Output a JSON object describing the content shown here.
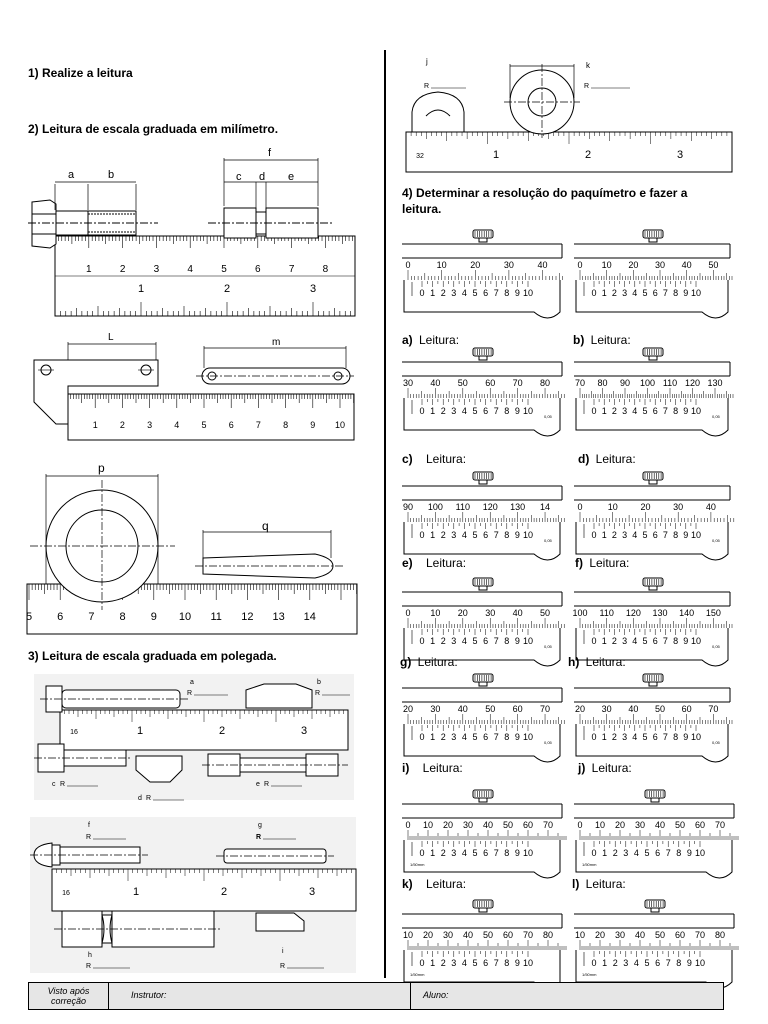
{
  "left": {
    "q1": "1) Realize a leitura",
    "q2": "2) Leitura de escala graduada em milímetro.",
    "q3": "3) Leitura de escala graduada em polegada.",
    "ruler1": {
      "letters": [
        "a",
        "b",
        "c",
        "d",
        "e",
        "f"
      ],
      "mm_numbers": [
        "1",
        "2",
        "3",
        "4",
        "5",
        "6",
        "7",
        "8"
      ],
      "cm_numbers": [
        "1",
        "2",
        "3"
      ]
    },
    "ruler2": {
      "letters": [
        "L",
        "m"
      ],
      "numbers": [
        "1",
        "2",
        "3",
        "4",
        "5",
        "6",
        "7",
        "8",
        "9",
        "10"
      ]
    },
    "ruler3": {
      "letters": [
        "p",
        "q"
      ],
      "numbers": [
        "5",
        "6",
        "7",
        "8",
        "9",
        "10",
        "11",
        "12",
        "13",
        "14"
      ]
    },
    "inch1": {
      "letters": [
        "a",
        "b",
        "c",
        "d",
        "e"
      ],
      "r_label": "R",
      "numbers": [
        "16",
        "1",
        "2",
        "3"
      ]
    },
    "inch2": {
      "letters": [
        "f",
        "g",
        "h",
        "i"
      ],
      "r_label": "R",
      "numbers": [
        "16",
        "1",
        "2",
        "3"
      ]
    }
  },
  "right": {
    "topfig": {
      "letters": [
        "j",
        "k"
      ],
      "r_label": "R",
      "numbers": [
        "32",
        "1",
        "2",
        "3"
      ]
    },
    "q4_line1": "4) Determinar a resolução do paquímetro e fazer a",
    "q4_line2": "leitura.",
    "readings": [
      {
        "letter": "a)",
        "text": "Leitura:"
      },
      {
        "letter": "b)",
        "text": "Leitura:"
      },
      {
        "letter": "c)",
        "text": "Leitura:"
      },
      {
        "letter": "d)",
        "text": "Leitura:"
      },
      {
        "letter": "e)",
        "text": "Leitura:"
      },
      {
        "letter": "f)",
        "text": "Leitura:"
      },
      {
        "letter": "g)",
        "text": "Leitura:"
      },
      {
        "letter": "h)",
        "text": "Leitura:"
      },
      {
        "letter": "i)",
        "text": "Leitura:"
      },
      {
        "letter": "j)",
        "text": "Leitura:"
      },
      {
        "letter": "k)",
        "text": "Leitura:"
      },
      {
        "letter": "l)",
        "text": "Leitura:"
      }
    ],
    "calipers": [
      {
        "main": [
          "0",
          "10",
          "20",
          "30",
          "40"
        ],
        "vernier": [
          "0",
          "1",
          "2",
          "3",
          "4",
          "5",
          "6",
          "7",
          "8",
          "9",
          "10"
        ]
      },
      {
        "main": [
          "0",
          "10",
          "20",
          "30",
          "40",
          "50"
        ],
        "vernier": [
          "0",
          "1",
          "2",
          "3",
          "4",
          "5",
          "6",
          "7",
          "8",
          "9",
          "10"
        ]
      },
      {
        "main": [
          "30",
          "40",
          "50",
          "60",
          "70",
          "80"
        ],
        "vernier": [
          "0",
          "1",
          "2",
          "3",
          "4",
          "5",
          "6",
          "7",
          "8",
          "9",
          "10"
        ],
        "res": "0,05"
      },
      {
        "main": [
          "70",
          "80",
          "90",
          "100",
          "110",
          "120",
          "130"
        ],
        "vernier": [
          "0",
          "1",
          "2",
          "3",
          "4",
          "5",
          "6",
          "7",
          "8",
          "9",
          "10"
        ],
        "res": "0,05"
      },
      {
        "main": [
          "90",
          "100",
          "110",
          "120",
          "130",
          "14"
        ],
        "vernier": [
          "0",
          "1",
          "2",
          "3",
          "4",
          "5",
          "6",
          "7",
          "8",
          "9",
          "10"
        ],
        "res": "0,05"
      },
      {
        "main": [
          "0",
          "10",
          "20",
          "30",
          "40"
        ],
        "vernier": [
          "0",
          "1",
          "2",
          "3",
          "4",
          "5",
          "6",
          "7",
          "8",
          "9",
          "10"
        ],
        "res": "0,05"
      },
      {
        "main": [
          "0",
          "10",
          "20",
          "30",
          "40",
          "50"
        ],
        "vernier": [
          "0",
          "1",
          "2",
          "3",
          "4",
          "5",
          "6",
          "7",
          "8",
          "9",
          "10"
        ],
        "res": "0,05"
      },
      {
        "main": [
          "100",
          "110",
          "120",
          "130",
          "140",
          "150"
        ],
        "vernier": [
          "0",
          "1",
          "2",
          "3",
          "4",
          "5",
          "6",
          "7",
          "8",
          "9",
          "10"
        ],
        "res": "0,05"
      },
      {
        "main": [
          "20",
          "30",
          "40",
          "50",
          "60",
          "70"
        ],
        "vernier": [
          "0",
          "1",
          "2",
          "3",
          "4",
          "5",
          "6",
          "7",
          "8",
          "9",
          "10"
        ],
        "res": "0,05"
      },
      {
        "main": [
          "20",
          "30",
          "40",
          "50",
          "60",
          "70"
        ],
        "vernier": [
          "0",
          "1",
          "2",
          "3",
          "4",
          "5",
          "6",
          "7",
          "8",
          "9",
          "10"
        ],
        "res": "0,05"
      },
      {
        "main": [
          "0",
          "10",
          "20",
          "30",
          "40",
          "50",
          "60",
          "70"
        ],
        "vernier": [
          "0",
          "1",
          "2",
          "3",
          "4",
          "5",
          "6",
          "7",
          "8",
          "9",
          "10"
        ],
        "res": "1/50mm"
      },
      {
        "main": [
          "0",
          "10",
          "20",
          "30",
          "40",
          "50",
          "60",
          "70"
        ],
        "vernier": [
          "0",
          "1",
          "2",
          "3",
          "4",
          "5",
          "6",
          "7",
          "8",
          "9",
          "10"
        ],
        "res": "1/50mm"
      },
      {
        "main": [
          "10",
          "20",
          "30",
          "40",
          "50",
          "60",
          "70",
          "80"
        ],
        "vernier": [
          "0",
          "1",
          "2",
          "3",
          "4",
          "5",
          "6",
          "7",
          "8",
          "9",
          "10"
        ],
        "res": "1/50mm"
      },
      {
        "main": [
          "10",
          "20",
          "30",
          "40",
          "50",
          "60",
          "70",
          "80"
        ],
        "vernier": [
          "0",
          "1",
          "2",
          "3",
          "4",
          "5",
          "6",
          "7",
          "8",
          "9",
          "10"
        ],
        "res": "1/50mm"
      }
    ]
  },
  "footer": {
    "visto": "Visto após correção",
    "instrutor": "Instrutor:",
    "aluno": "Aluno:"
  }
}
